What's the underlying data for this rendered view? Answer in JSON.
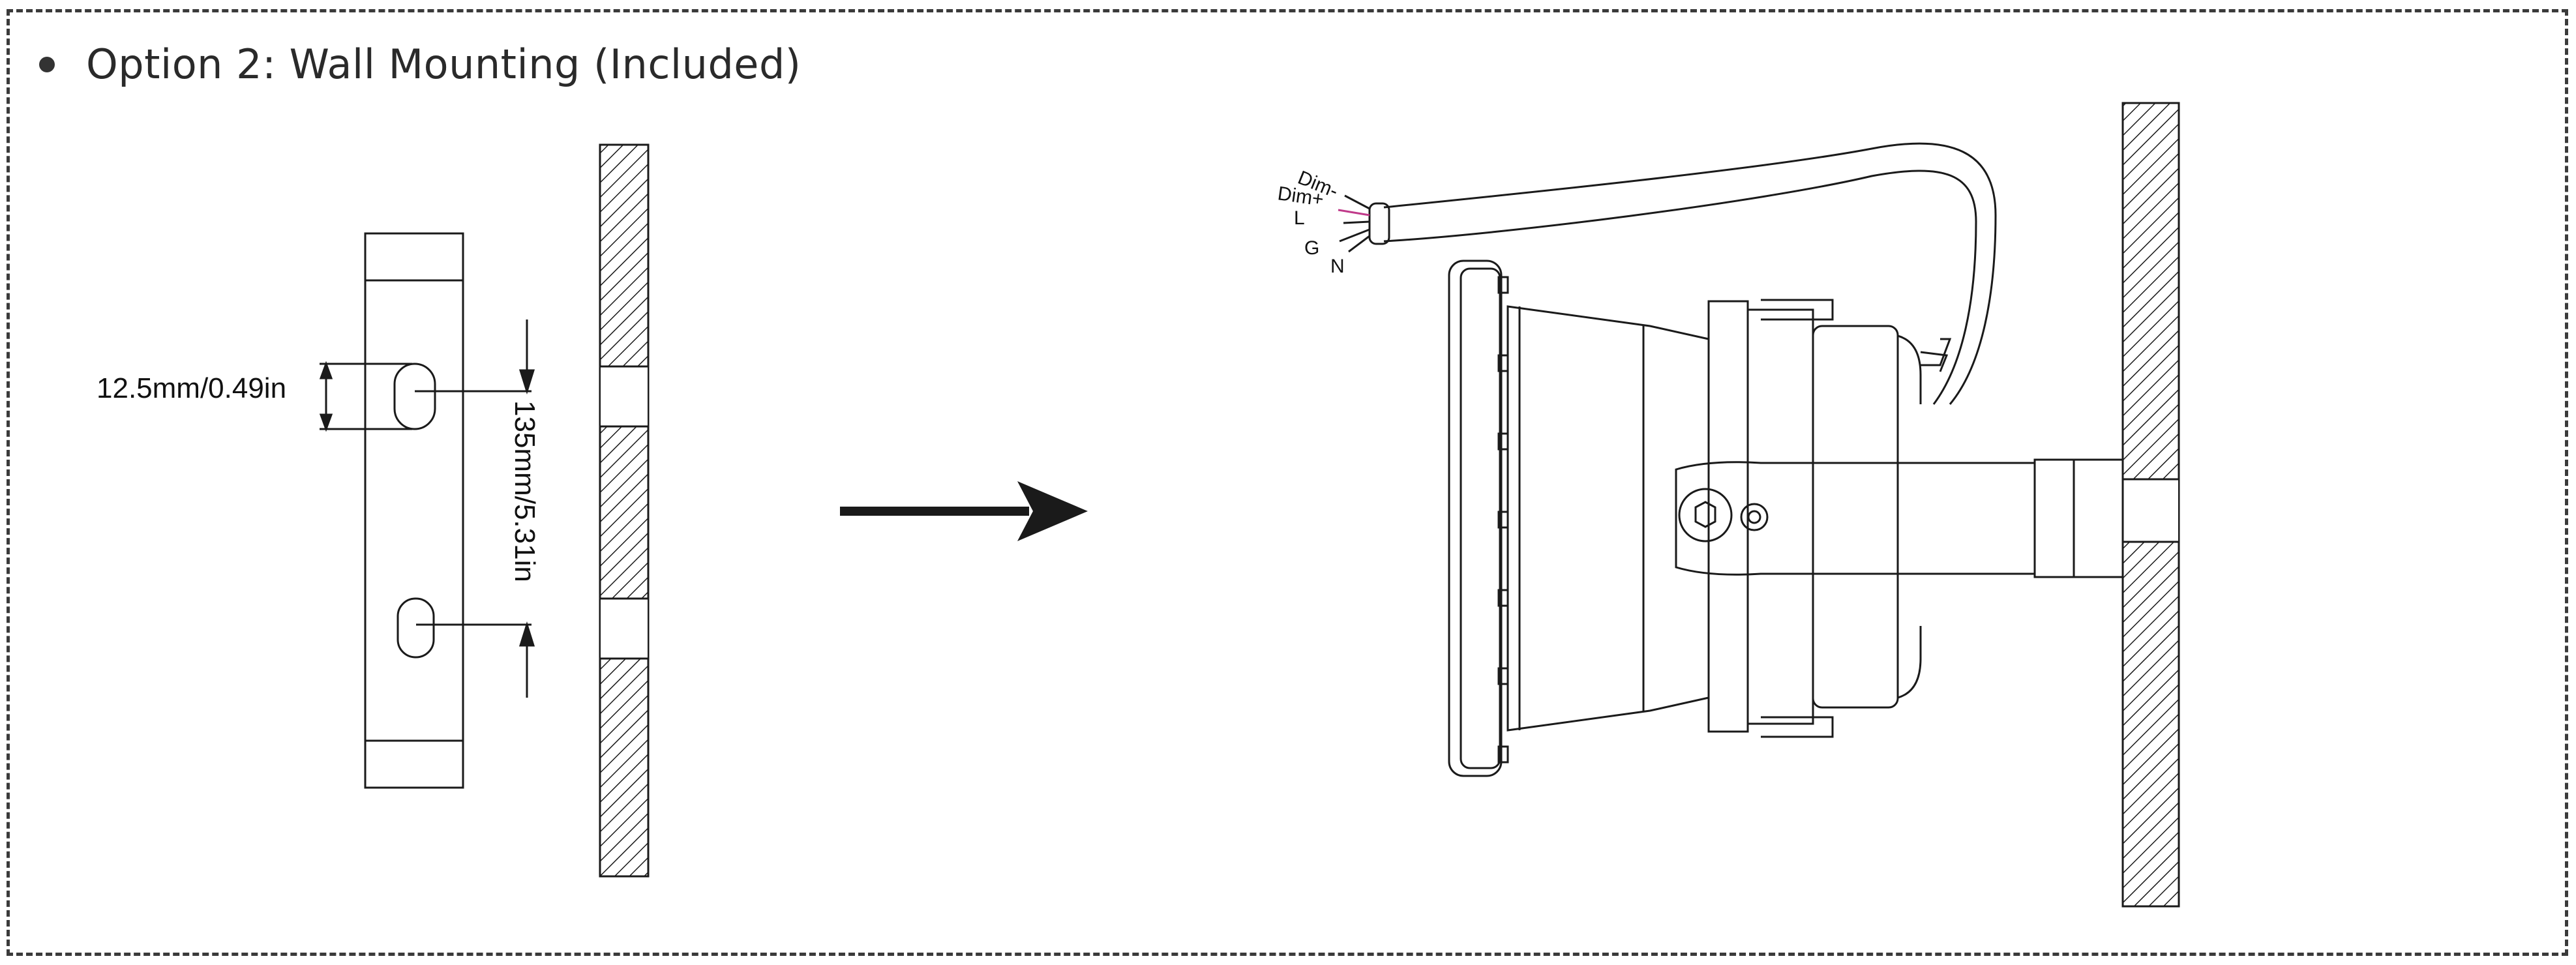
{
  "heading": {
    "title": "Option 2: Wall Mounting (Included)"
  },
  "bracket_dimensions": {
    "slot_width_label": "12.5mm/0.49in",
    "slot_spacing_label": "135mm/5.31in"
  },
  "wire_labels": [
    "Dim-",
    "Dim+",
    "L",
    "G",
    "N"
  ],
  "colors": {
    "line": "#1a1a1a",
    "frame": "#3a3a3a",
    "dim_wire": "#c03a8a"
  },
  "icons": {
    "bullet": "filled-circle",
    "arrow": "right-arrow"
  }
}
